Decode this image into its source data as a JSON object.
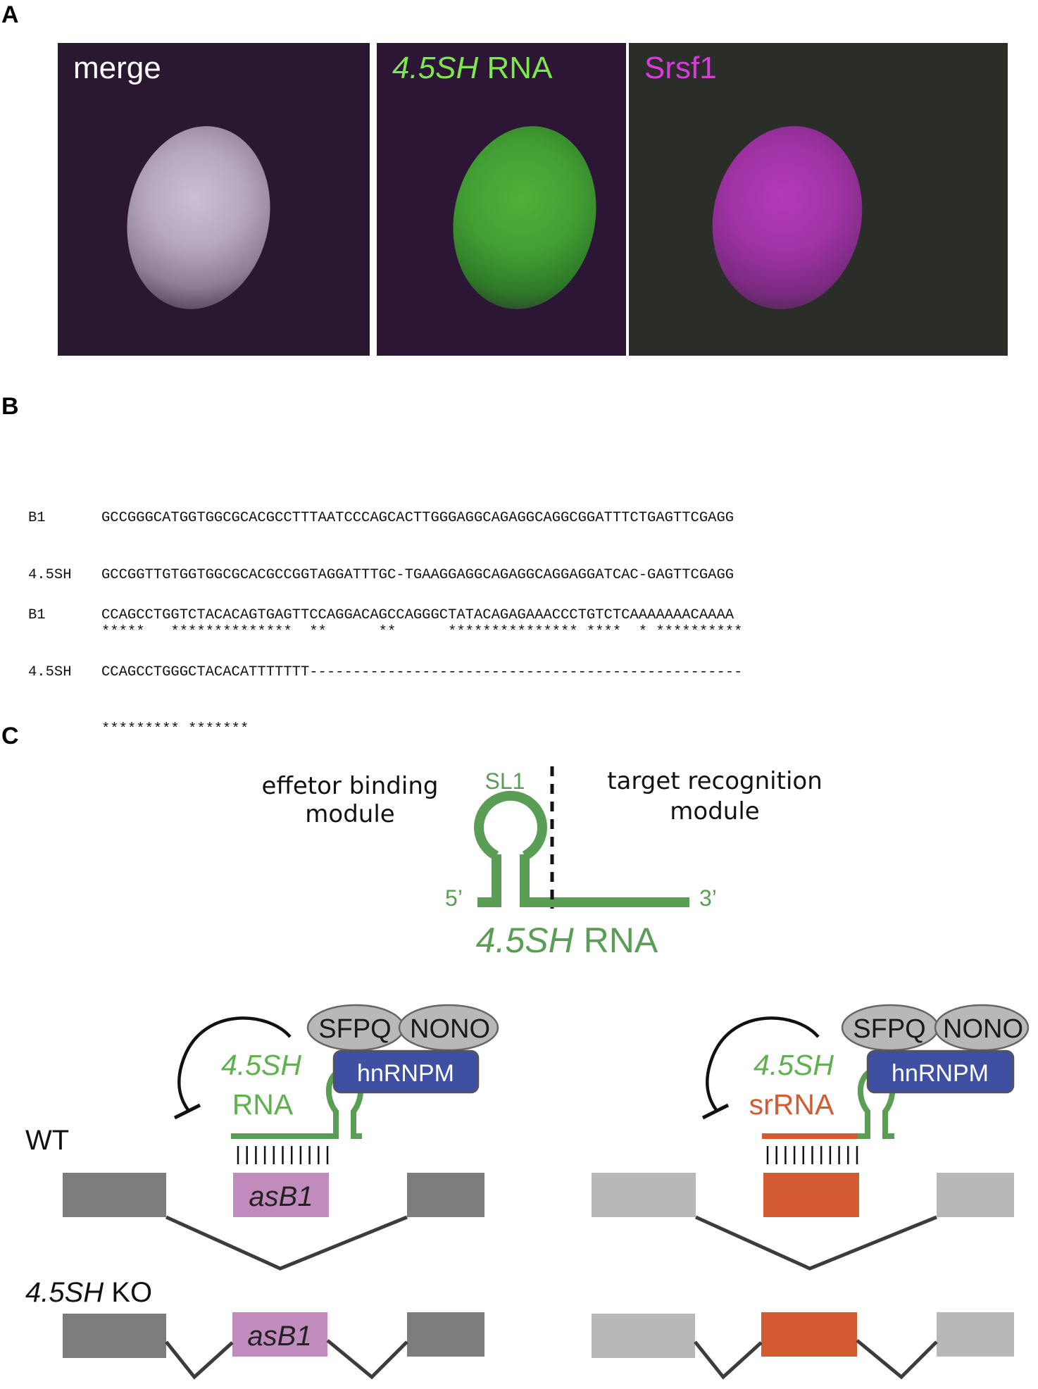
{
  "panels": {
    "a": {
      "letter": "A",
      "images": [
        {
          "label": "merge",
          "label_color": "#ffffff",
          "background": "#2a1830"
        },
        {
          "label_italic": "4.5SH",
          "label_rest": " RNA",
          "label_color": "#7de84a",
          "background": "#2c1535"
        },
        {
          "label": "Srsf1",
          "label_color": "#d93bdd",
          "background": "#2b2e28"
        }
      ]
    },
    "b": {
      "letter": "B",
      "alignment": [
        {
          "rows": [
            {
              "name": "B1",
              "seq": "GCCGGGCATGGTGGCGCACGCCTTTAATCCCAGCACTTGGGAGGCAGAGGCAGGCGGATTTCTGAGTTCGAGG"
            },
            {
              "name": "4.5SH",
              "seq": "GCCGGTTGTGGTGGCGCACGCCGGTAGGATTTGC-TGAAGGAGGCAGAGGCAGGAGGATCAC-GAGTTCGAGG"
            }
          ],
          "consensus": "*****   **************  **      **      *************** ****  * **********"
        },
        {
          "rows": [
            {
              "name": "B1",
              "seq": "CCAGCCTGGTCTACACAGTGAGTTCCAGGACAGCCAGGGCTATACAGAGAAACCCTGTCTCAAAAAAACAAAA"
            },
            {
              "name": "4.5SH",
              "seq": "CCAGCCTGGGCTACACATTTTTTT--------------------------------------------------"
            }
          ],
          "consensus": "********* *******"
        }
      ]
    },
    "c": {
      "letter": "C",
      "module_left_line1": "effetor binding",
      "module_left_line2": "module",
      "module_right_line1": "target recognition",
      "module_right_line2": "module",
      "stem_loop_label": "SL1",
      "five_prime": "5’",
      "three_prime": "3’",
      "rna_name_italic": "4.5SH",
      "rna_name_rest": " RNA",
      "conditions": {
        "wt": "WT",
        "ko_italic": "4.5SH",
        "ko_rest": " KO"
      },
      "left_diagram": {
        "rna_label_line1": "4.5SH",
        "rna_label_line2": "RNA",
        "target_exon": "asB1",
        "proteins": [
          "SFPQ",
          "NONO",
          "hnRNPM"
        ]
      },
      "right_diagram": {
        "rna_label_line1": "4.5SH",
        "rna_label_line2": "srRNA",
        "proteins": [
          "SFPQ",
          "NONO",
          "hnRNPM"
        ]
      }
    }
  },
  "colors": {
    "rna_green": "#5a9e55",
    "rna_label_green": "#5fb14f",
    "micro_green": "#7de84a",
    "micro_magenta": "#d93bdd",
    "hnrnpm_blue": "#3f4fa1",
    "protein_grey": "#b8b8b8",
    "exon_dark": "#7d7d7d",
    "exon_light": "#b7b8ba",
    "asb1_pink": "#c28bbe",
    "srrna_orange": "#d45a31",
    "intron": "#3c3c3c"
  }
}
